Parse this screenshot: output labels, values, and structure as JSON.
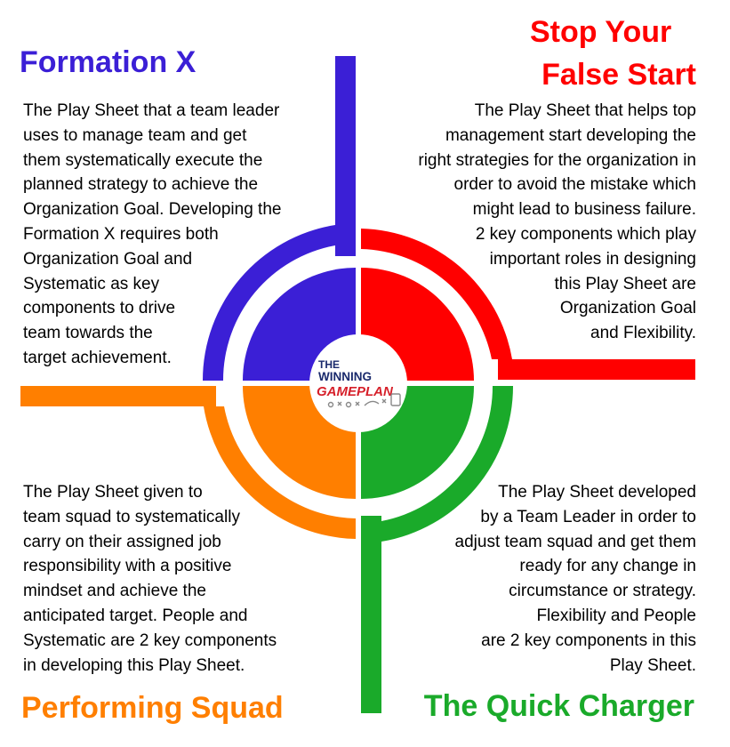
{
  "quadrants": {
    "formation_x": {
      "title": "Formation X",
      "color": "#3b1fd6",
      "lines": [
        "The Play Sheet that a team leader",
        "uses to manage team and get",
        "them systematically execute the",
        "planned strategy to achieve the",
        "Organization Goal.  Developing the",
        "Formation X requires both",
        "Organization Goal and",
        "Systematic as key",
        "components to drive",
        "team towards the",
        "target achievement."
      ]
    },
    "stop_false_start": {
      "title_line1": "Stop Your",
      "title_line2": "False Start",
      "color": "#ff0000",
      "lines": [
        "The Play Sheet that helps top",
        "management start developing the",
        "right strategies for the organization in",
        "order to avoid the mistake which",
        "might lead to business failure.",
        "2 key components which play",
        "important roles in designing",
        "this Play Sheet are",
        "Organization Goal",
        "and Flexibility."
      ]
    },
    "performing_squad": {
      "title": "Performing Squad",
      "color": "#ff7f00",
      "lines": [
        "The Play Sheet given to",
        "team squad to systematically",
        "carry on their assigned job",
        "responsibility with a positive",
        "mindset and achieve the",
        "anticipated target. People and",
        "Systematic are 2 key components",
        "in developing this Play Sheet."
      ]
    },
    "quick_charger": {
      "title": "The Quick Charger",
      "color": "#1aaa2a",
      "lines": [
        "The Play Sheet developed",
        "by a Team Leader in order to",
        "adjust team squad and get them",
        "ready for any change in",
        "circumstance or strategy.",
        "Flexibility and People",
        "are 2 key components in this",
        "Play Sheet."
      ]
    }
  },
  "logo": {
    "line1": "THE",
    "line2": "WINNING",
    "line3": "GAMEPLAN",
    "primary_color": "#1a2a6c",
    "accent_color": "#d6202a"
  }
}
